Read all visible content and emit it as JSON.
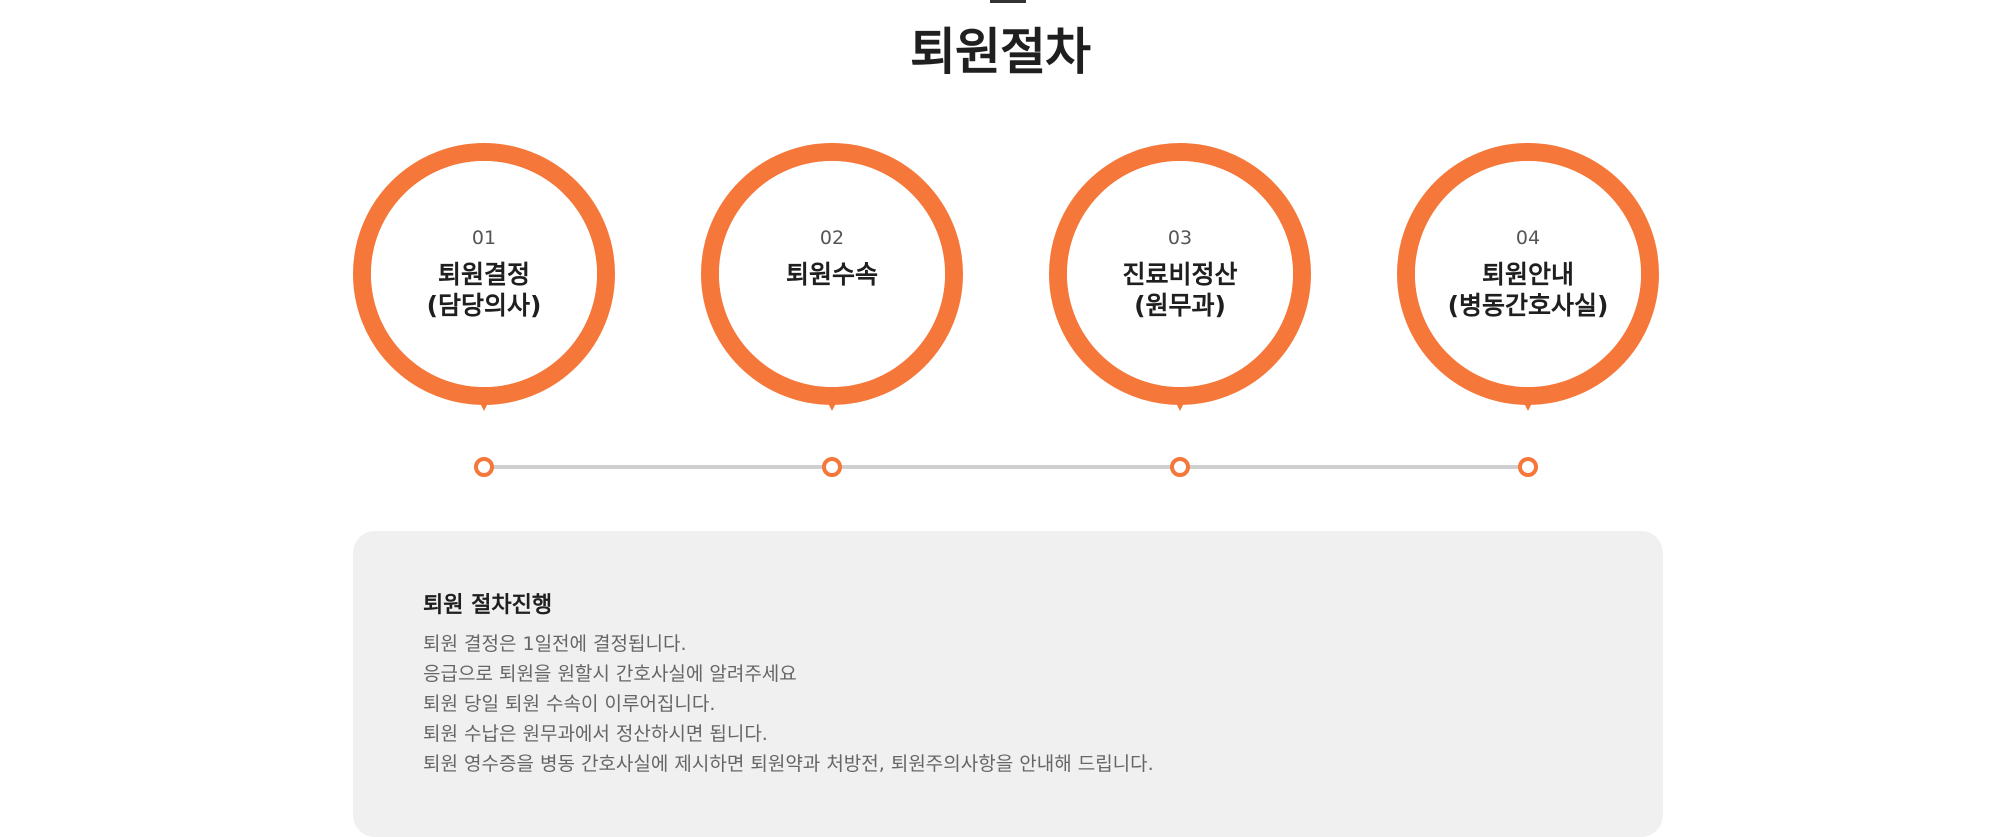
{
  "page": {
    "title": "퇴원절차"
  },
  "steps": [
    {
      "number": "01",
      "line1": "퇴원결정",
      "line2": "(담당의사)"
    },
    {
      "number": "02",
      "line1": "퇴원수속",
      "line2": ""
    },
    {
      "number": "03",
      "line1": "진료비정산",
      "line2": "(원무과)"
    },
    {
      "number": "04",
      "line1": "퇴원안내",
      "line2": "(병동간호사실)"
    }
  ],
  "info": {
    "title": "퇴원 절차진행",
    "lines": [
      "퇴원 결정은 1일전에 결정됩니다.",
      "응급으로 퇴원을 원할시 간호사실에 알려주세요",
      "퇴원 당일 퇴원 수속이 이루어집니다.",
      "퇴원 수납은 원무과에서 정산하시면 됩니다.",
      "퇴원 영수증을 병동 간호사실에 제시하면 퇴원약과 처방전, 퇴원주의사항을 안내해 드립니다."
    ]
  },
  "colors": {
    "accent": "#f5773a",
    "timeline": "#cfcfcf",
    "panel": "#f0f0f0"
  }
}
